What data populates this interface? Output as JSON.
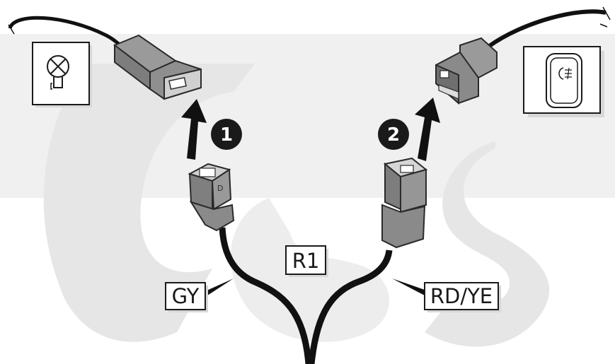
{
  "diagram": {
    "step_1": "1",
    "step_2": "2",
    "label_harness": "R1",
    "label_left_wire": "GY",
    "label_right_wire": "RD/YE",
    "left_component_icon": "bulb-icon",
    "right_component_icon": "fog-light-switch-icon"
  },
  "colors": {
    "background": "#ffffff",
    "watermark": "#ececec",
    "connector": "#8c8c8c",
    "connector_dark": "#5e5e5e",
    "wire": "#111111",
    "badge": "#1a1a1a"
  }
}
